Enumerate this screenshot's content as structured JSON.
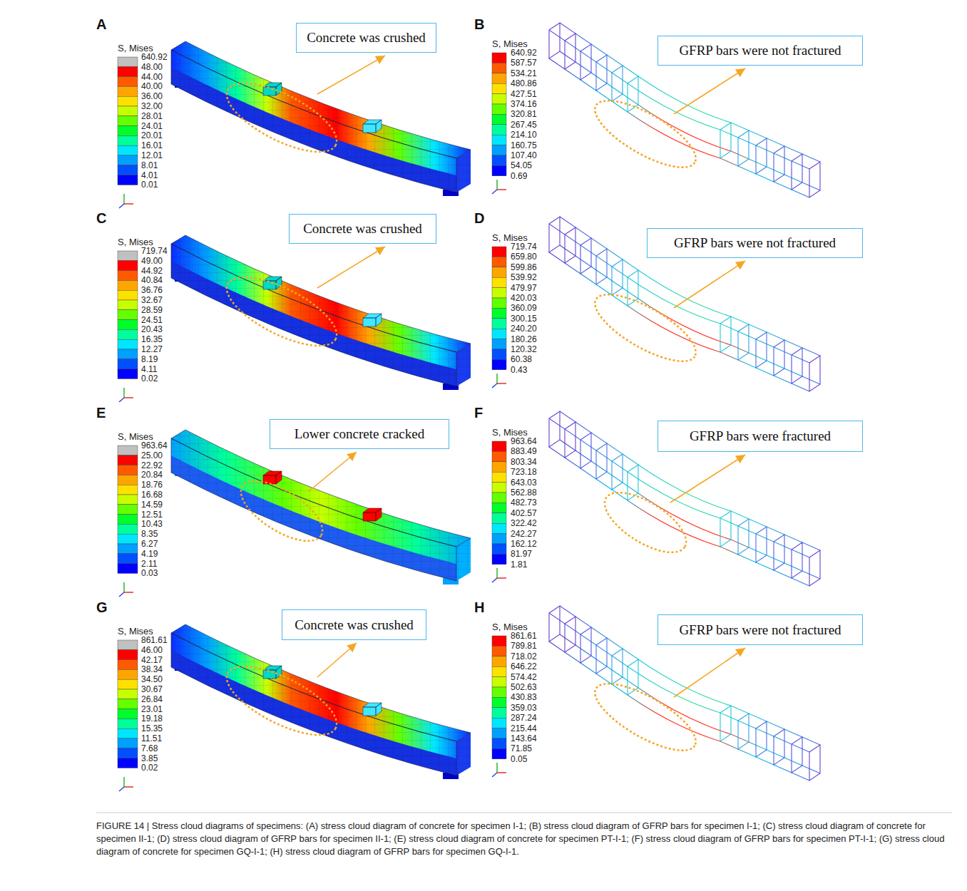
{
  "diagram": {
    "caption": "FIGURE 14 | Stress cloud diagrams of specimens: (A) stress cloud diagram of concrete for specimen I-1; (B) stress cloud diagram of GFRP bars for specimen I-1; (C) stress cloud diagram of concrete for specimen II-1; (D) stress cloud diagram of GFRP bars for specimen II-1; (E) stress cloud diagram of concrete for specimen PT-I-1; (F) stress cloud diagram of GFRP bars for specimen PT-I-1; (G) stress cloud diagram of concrete for specimen GQ-I-1; (H) stress cloud diagram of GFRP bars for specimen GQ-I-1.",
    "nodes": [
      {
        "text": [
          "Concrete was crushed"
        ]
      },
      {
        "text": [
          "GFRP bars were not fractured"
        ]
      },
      {
        "text": [
          "Concrete was crushed"
        ]
      },
      {
        "text": [
          "GFRP bars were not fractured"
        ]
      },
      {
        "text": [
          "Lower concrete cracked"
        ]
      },
      {
        "text": [
          "GFRP bars were fractured"
        ]
      },
      {
        "text": [
          "Concrete was crushed"
        ]
      },
      {
        "text": [
          "GFRP bars were not fractured"
        ]
      }
    ],
    "labels": [
      "A",
      "S, Mises",
      "640.92",
      "48.00",
      "44.00",
      "40.00",
      "36.00",
      "32.00",
      "28.01",
      "24.01",
      "20.01",
      "16.01",
      "12.01",
      "8.01",
      "4.01",
      "0.01",
      "B",
      "S, Mises",
      "640.92",
      "587.57",
      "534.21",
      "480.86",
      "427.51",
      "374.16",
      "320.81",
      "267.45",
      "214.10",
      "160.75",
      "107.40",
      "54.05",
      "0.69",
      "C",
      "S, Mises",
      "719.74",
      "49.00",
      "44.92",
      "40.84",
      "36.76",
      "32.67",
      "28.59",
      "24.51",
      "20.43",
      "16.35",
      "12.27",
      "8.19",
      "4.11",
      "0.02",
      "D",
      "S, Mises",
      "719.74",
      "659.80",
      "599.86",
      "539.92",
      "479.97",
      "420.03",
      "360.09",
      "300.15",
      "240.20",
      "180.26",
      "120.32",
      "60.38",
      "0.43",
      "E",
      "S, Mises",
      "963.64",
      "25.00",
      "22.92",
      "20.84",
      "18.76",
      "16.68",
      "14.59",
      "12.51",
      "10.43",
      "8.35",
      "6.27",
      "4.19",
      "2.11",
      "0.03",
      "F",
      "S, Mises",
      "963.64",
      "883.49",
      "803.34",
      "723.18",
      "643.03",
      "562.88",
      "482.73",
      "402.57",
      "322.42",
      "242.27",
      "162.12",
      "81.97",
      "1.81",
      "G",
      "S, Mises",
      "861.61",
      "46.00",
      "42.17",
      "38.34",
      "34.50",
      "30.67",
      "26.84",
      "23.01",
      "19.18",
      "15.35",
      "11.51",
      "7.68",
      "3.85",
      "0.02",
      "H",
      "S, Mises",
      "861.61",
      "789.81",
      "718.02",
      "646.22",
      "574.42",
      "502.63",
      "430.83",
      "359.03",
      "287.24",
      "215.44",
      "143.64",
      "71.85",
      "0.05"
    ]
  }
}
